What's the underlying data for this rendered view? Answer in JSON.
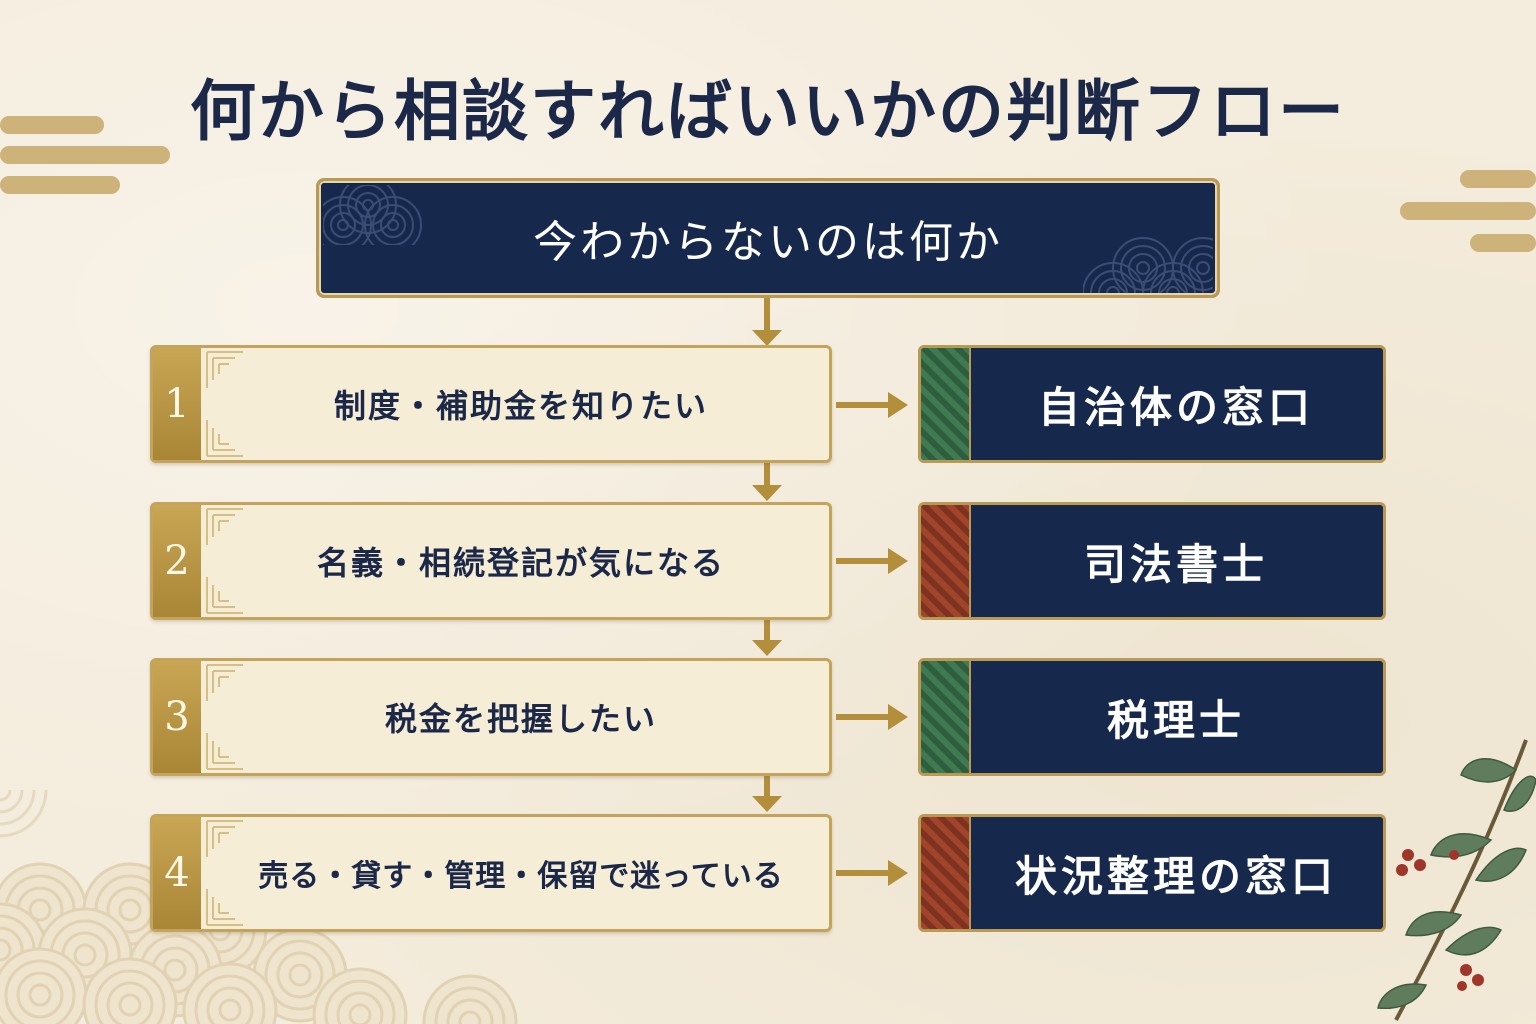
{
  "title": "何から相談すればいいかの判断フロー",
  "start": {
    "label": "今わからないのは何か"
  },
  "steps": [
    {
      "number": "1",
      "question": "制度・補助金を知りたい",
      "answer": "自治体の窓口",
      "strip_color": "#3f7a52"
    },
    {
      "number": "2",
      "question": "名義・相続登記が気になる",
      "answer": "司法書士",
      "strip_color": "#a0452a"
    },
    {
      "number": "3",
      "question": "税金を把握したい",
      "answer": "税理士",
      "strip_color": "#3f7a52"
    },
    {
      "number": "4",
      "question": "売る・貸す・管理・保留で迷っている",
      "answer": "状況整理の窓口",
      "strip_color": "#a0452a"
    }
  ],
  "colors": {
    "navy": "#17284d",
    "gold": "#b89a55",
    "cream": "#f6edd6",
    "background": "#f4ecdc"
  }
}
